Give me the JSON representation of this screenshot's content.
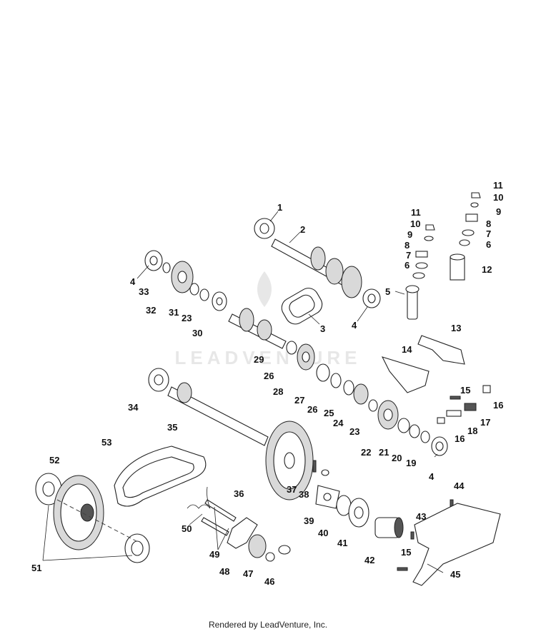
{
  "watermark": "LEADVENTURE",
  "footer": "Rendered by LeadVenture, Inc.",
  "callouts": [
    "1",
    "2",
    "3",
    "4",
    "4",
    "4",
    "5",
    "6",
    "6",
    "7",
    "7",
    "8",
    "8",
    "9",
    "9",
    "10",
    "10",
    "11",
    "11",
    "12",
    "13",
    "14",
    "15",
    "15",
    "16",
    "16",
    "17",
    "18",
    "19",
    "20",
    "21",
    "22",
    "23",
    "23",
    "24",
    "25",
    "26",
    "26",
    "27",
    "28",
    "29",
    "30",
    "31",
    "32",
    "33",
    "34",
    "35",
    "36",
    "37",
    "38",
    "39",
    "40",
    "41",
    "42",
    "43",
    "44",
    "45",
    "46",
    "47",
    "48",
    "49",
    "50",
    "51",
    "52",
    "53"
  ]
}
